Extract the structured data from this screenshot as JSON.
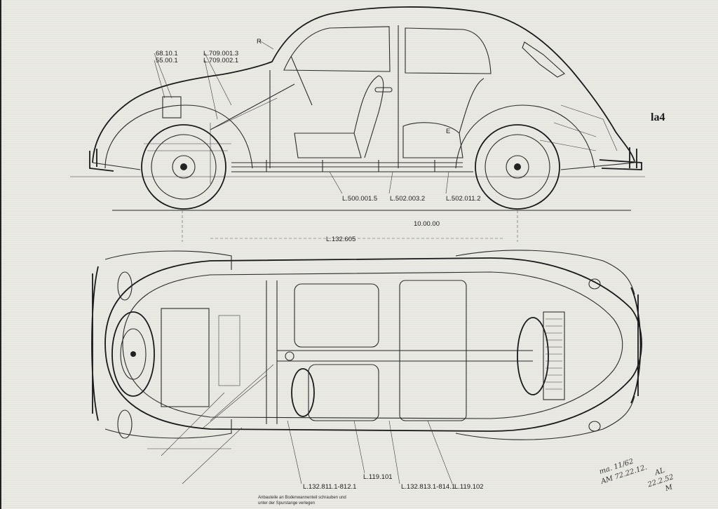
{
  "side_view": {
    "callouts": {
      "c1": "68.10.1",
      "c2": "55.00.1",
      "c3": "L.709.001.3",
      "c4": "L.709.002.1",
      "c5": "L.500.001.5",
      "c6": "L.502.003.2",
      "c7": "L.502.011.2"
    },
    "marker_r": "R",
    "marker_e": "E",
    "stamp_text": "la4",
    "overall_length": "10.00.00"
  },
  "mid_ref": "L.132.605",
  "top_view": {
    "callouts": {
      "b1": "L.132.811.1-812.1",
      "b2": "L.119.101",
      "b3": "L.132.813.1-814.1",
      "b4": "L.119.102"
    },
    "note_line1": "Anbauteile an Bodenwannenteil schrauben und",
    "note_line2": "unter der Spurstange verlegen"
  },
  "handwritten": {
    "line1": "ma. 11/62",
    "line2": "AM 72.22.12.",
    "line3": "AL",
    "line4": "22.2.52",
    "line5": "M"
  }
}
